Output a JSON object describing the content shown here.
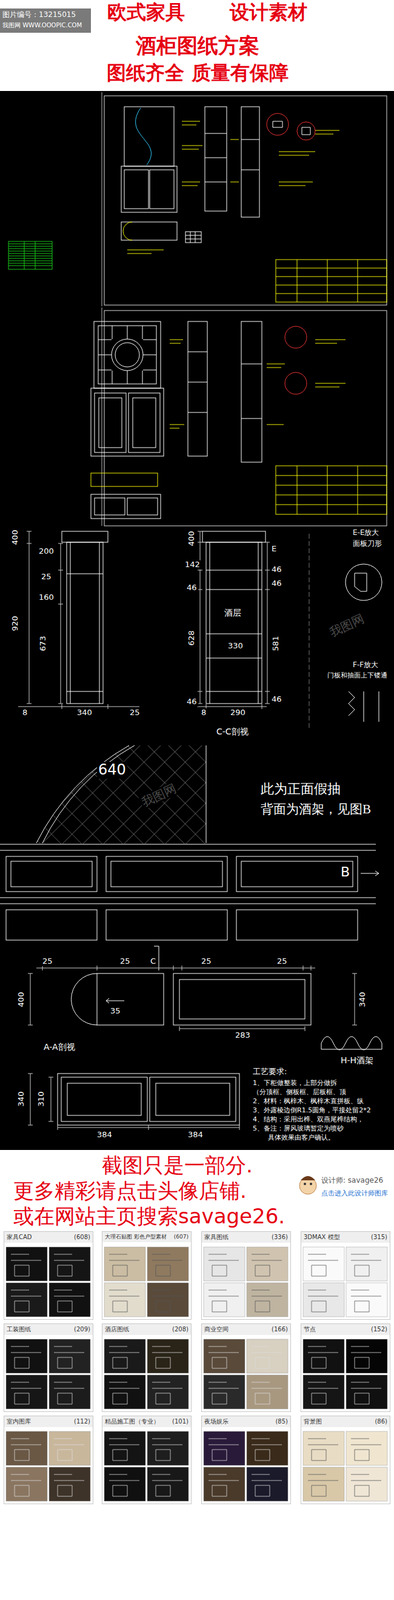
{
  "diagram": {
    "nodes": [
      {
        "text": [
          "家具CAD",
          "(608)"
        ]
      },
      {
        "text": [
          "大理石贴图 彩色户型素材",
          "(607)"
        ]
      },
      {
        "text": [
          "家具图纸",
          "(336)"
        ]
      },
      {
        "text": [
          "3DMAX 模型",
          "(315)"
        ]
      },
      {
        "text": [
          "工装图纸",
          "(209)"
        ]
      },
      {
        "text": [
          "酒店图纸",
          "(208)"
        ]
      },
      {
        "text": [
          "商业空间",
          "(166)"
        ]
      },
      {
        "text": [
          "节点",
          "(152)"
        ]
      },
      {
        "text": [
          "室内图库",
          "(112)"
        ]
      },
      {
        "text": [
          "精品施工图（专业）",
          "(101)"
        ]
      },
      {
        "text": [
          "夜场娱乐",
          "(85)"
        ]
      },
      {
        "text": [
          "背景图",
          "(86)"
        ]
      }
    ],
    "labels": [
      "欧式家具",
      "设计素材",
      "酒柜图纸方案",
      "图纸齐全 质量有保障",
      "图片编号：13215015",
      "我图网 WWW.OOOPIC.COM",
      "400",
      "200",
      "25",
      "160",
      "920",
      "673",
      "8",
      "340",
      "25",
      "400",
      "142",
      "46",
      "628",
      "46",
      "8",
      "290",
      "330",
      "酒层",
      "C-C剖视",
      "E",
      "46",
      "46",
      "581",
      "46",
      "E-E放大",
      "面板刀形",
      "F-F放大",
      "门板和抽面上下镂通",
      "640",
      "此为正面假抽",
      "背面为酒架，见图B",
      "B",
      "25",
      "25",
      "C",
      "400",
      "35",
      "25",
      "25",
      "340",
      "283",
      "A-A剖视",
      "H-H酒架",
      "工艺要求:",
      "1、下柜做整装，上部分做拆",
      "（分顶框、侧板框、层板框、顶",
      "2、材料：枫梓木、枫梓木直拼板、纵",
      "3、外露棱边倒R1.5圆角，平接处留2*2",
      "4、结构：采用出榫、双燕尾榫结构，",
      "5、备注：屏风玻璃暂定为喷砂",
      "具体效果由客户确认。",
      "340",
      "310",
      "384",
      "384",
      "我图网",
      "我图网",
      "截图只是一部分.",
      "更多精彩请点击头像店铺.",
      "或在网站主页搜索savage26.",
      "设计师: savage26",
      "点击进入此设计师图库"
    ]
  }
}
